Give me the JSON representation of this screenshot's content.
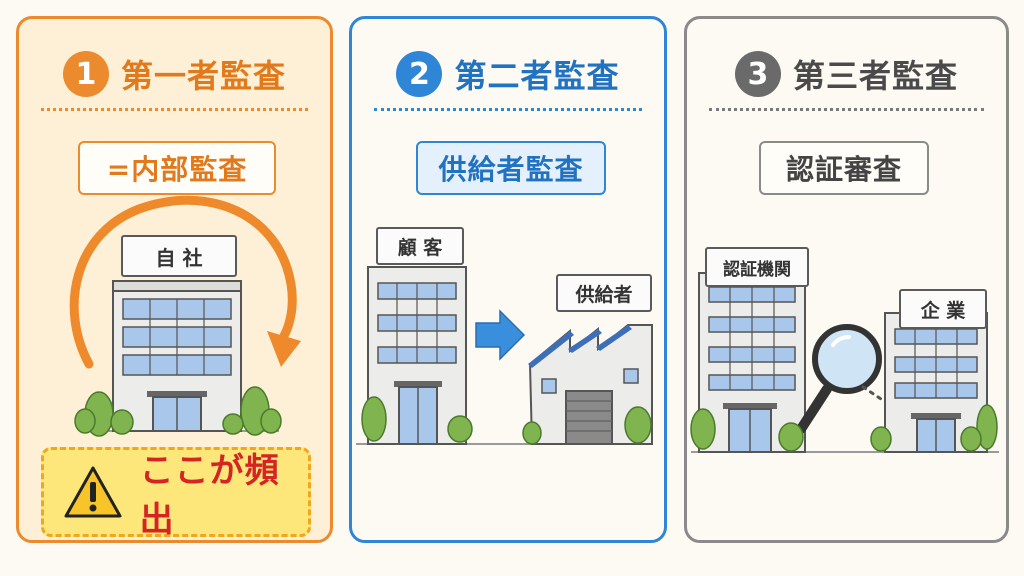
{
  "panels": [
    {
      "number": "1",
      "title": "第一者監査",
      "subtitle": "=内部監査",
      "company_label": "自 社",
      "callout": "ここが頻出",
      "color": "#ec8a2e"
    },
    {
      "number": "2",
      "title": "第二者監査",
      "subtitle": "供給者監査",
      "customer_label": "顧 客",
      "supplier_label": "供給者",
      "color": "#2f86d6"
    },
    {
      "number": "3",
      "title": "第三者監査",
      "subtitle": "認証審査",
      "cert_body_label": "認証機関",
      "enterprise_label": "企 業",
      "color": "#6a6a6a"
    }
  ]
}
